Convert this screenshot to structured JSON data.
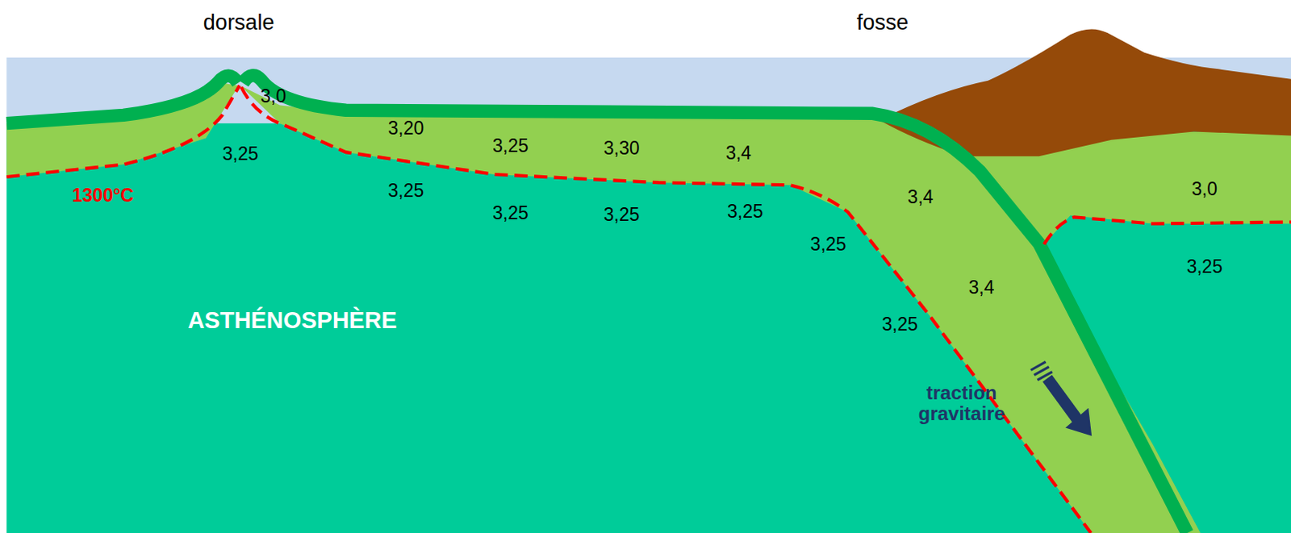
{
  "diagram": {
    "labels": [
      "dorsale",
      "fosse",
      "3,0",
      "3,20",
      "3,25",
      "3,25",
      "3,30",
      "3,4",
      "1300°C",
      "3,25",
      "3,25",
      "3,25",
      "3,25",
      "3,4",
      "3,0",
      "3,25",
      "3,25",
      "ASTHÉNOSPHÈRE",
      "3,4",
      "3,25",
      "traction gravitaire"
    ]
  }
}
